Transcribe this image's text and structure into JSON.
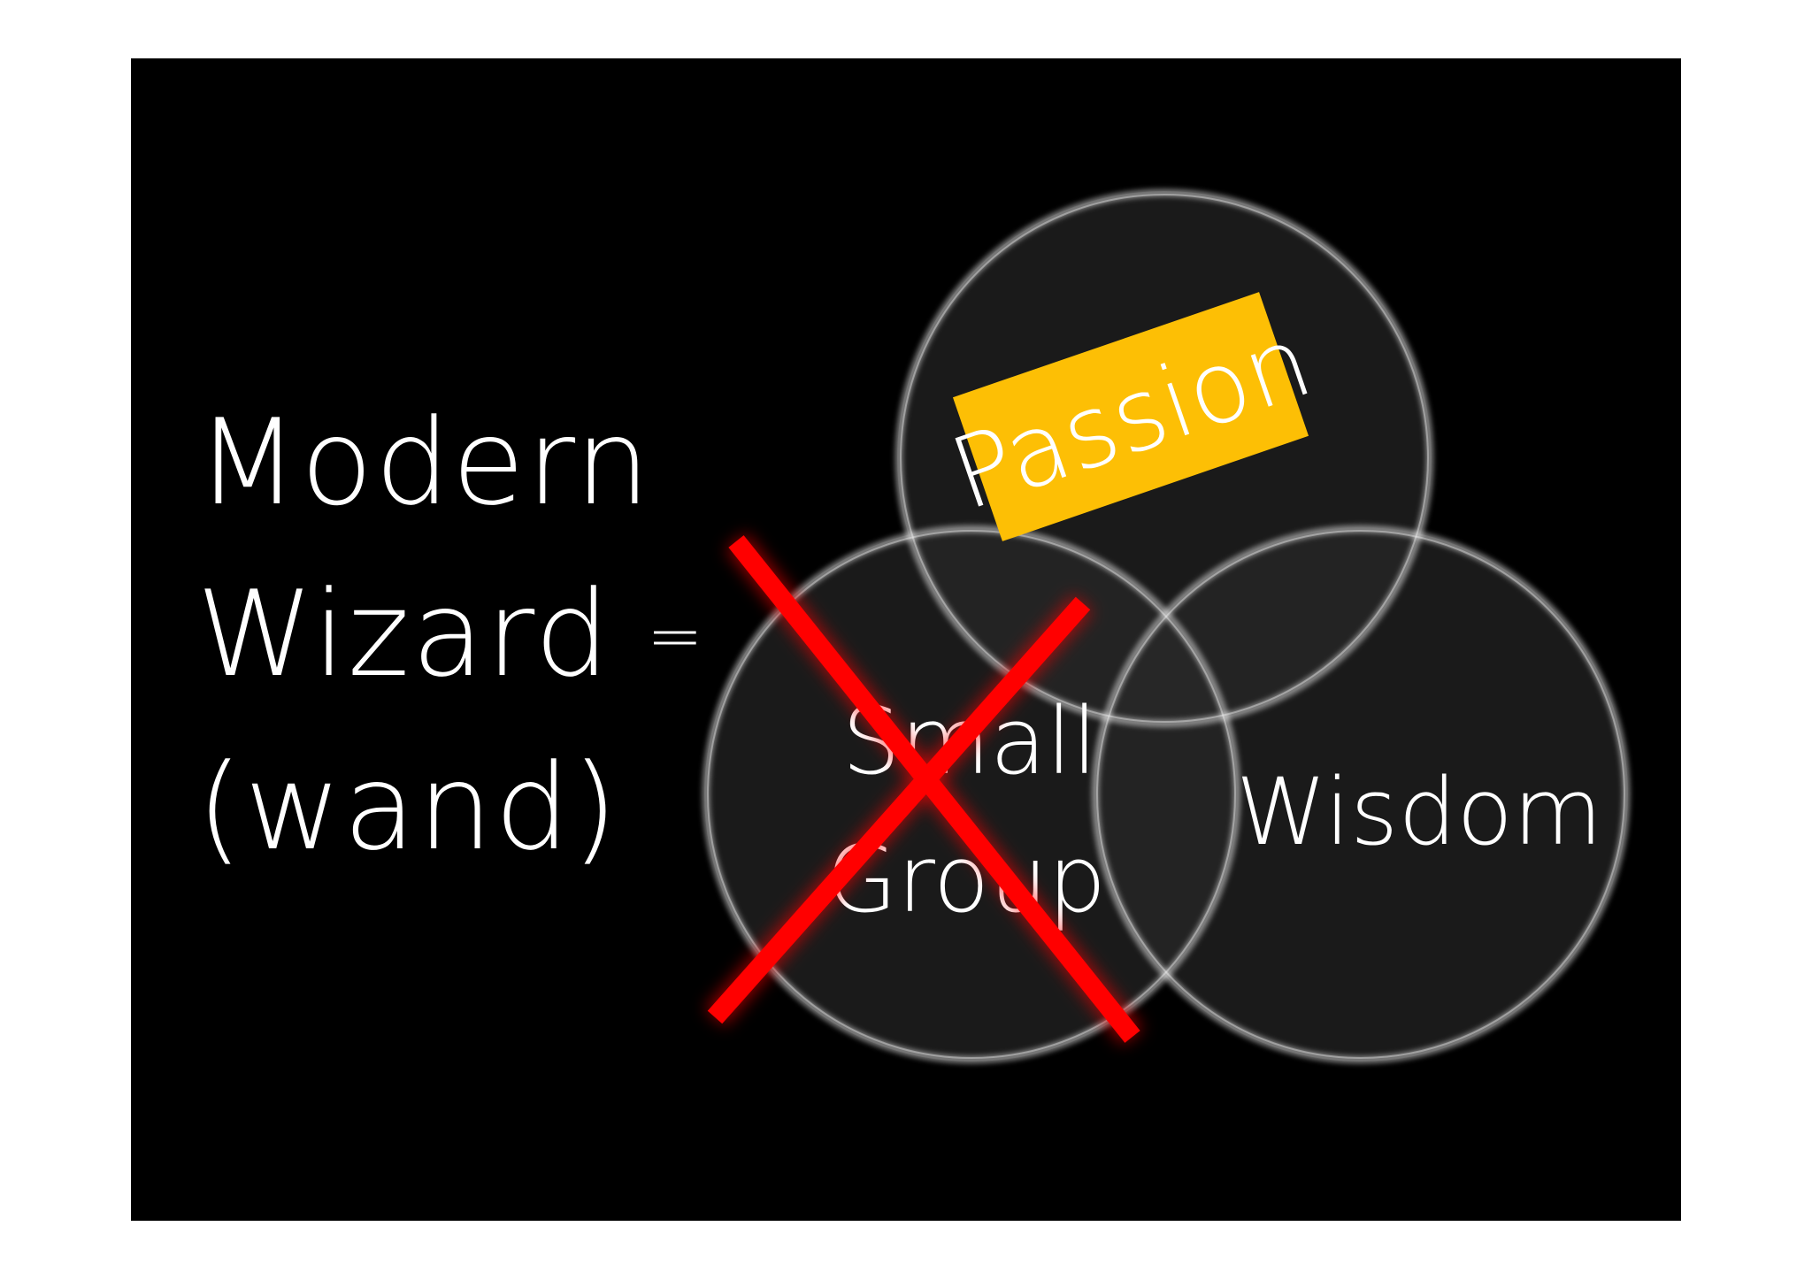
{
  "title": {
    "line1": "Modern",
    "line2": "Wizard",
    "equals": "=",
    "line3": "(wand)"
  },
  "venn": {
    "circles": [
      {
        "label": "Passion",
        "highlighted": true
      },
      {
        "label_lines": [
          "Small",
          "Group"
        ],
        "crossed_out": true
      },
      {
        "label": "Wisdom"
      }
    ]
  },
  "colors": {
    "background": "#000000",
    "circle_fill": "#1a1a1a",
    "highlight": "#fdbf05",
    "cross": "#ff0000",
    "text": "#ffffff"
  }
}
